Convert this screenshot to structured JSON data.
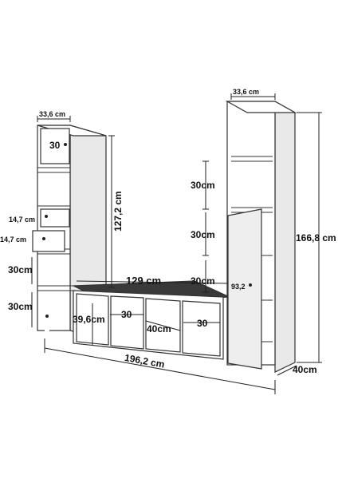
{
  "colors": {
    "line": "#333333",
    "panel_face": "#ffffff",
    "panel_side": "#e9e9e9",
    "top_surface": "#3a3a3a",
    "door_face": "#eeeeee",
    "dim_line": "#222222"
  },
  "labels": {
    "left_width": "33,6 cm",
    "left_drawer_top": "30",
    "left_height": "127,2 cm",
    "drawer1": "14,7 cm",
    "drawer2": "14,7 cm",
    "left_shelf1": "30cm",
    "left_shelf2": "30cm",
    "bench_width": "129 cm",
    "bench_height": "39,6cm",
    "bench_comp1": "30",
    "bench_depth": "40cm",
    "bench_comp2": "30",
    "right_width": "33,6 cm",
    "right_shelf1": "30cm",
    "right_shelf2": "30cm",
    "right_shelf3": "30cm",
    "door_height": "93,2",
    "right_height": "166,8 cm",
    "total_width": "196,2 cm",
    "depth": "40cm"
  }
}
